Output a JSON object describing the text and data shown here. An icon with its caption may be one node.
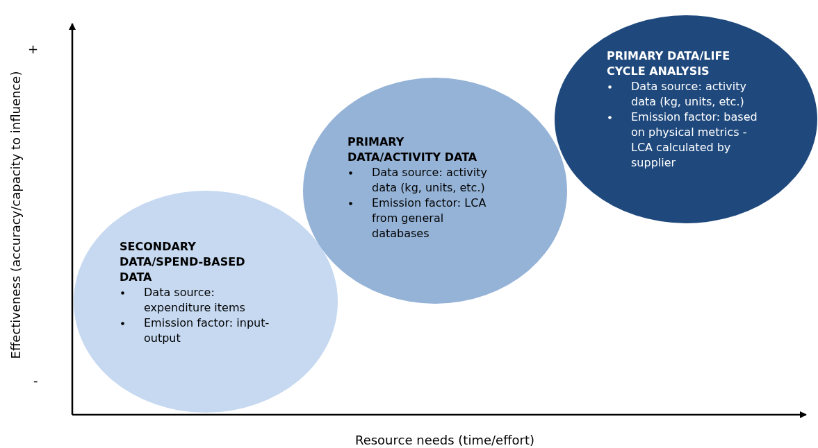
{
  "diagram": {
    "nodes": [
      {
        "text": [
          "SECONDARY DATA/SPEND-BASED DATA",
          "Data source: expenditure items",
          "Emission factor: input-output"
        ]
      },
      {
        "text": [
          "PRIMARY DATA/ACTIVITY DATA",
          "Data source: activity data (kg, units, etc.)",
          "Emission factor: LCA from general databases"
        ]
      },
      {
        "text": [
          "PRIMARY DATA/LIFE CYCLE ANALYSIS",
          "Data source: activity data (kg, units, etc.)",
          "Emission factor: based on physical metrics - LCA calculated by supplier"
        ]
      }
    ],
    "labels": [
      "+",
      "Effectiveness (accuracy/capacity to influence)",
      "-",
      "Resource needs (time/effort)"
    ]
  }
}
